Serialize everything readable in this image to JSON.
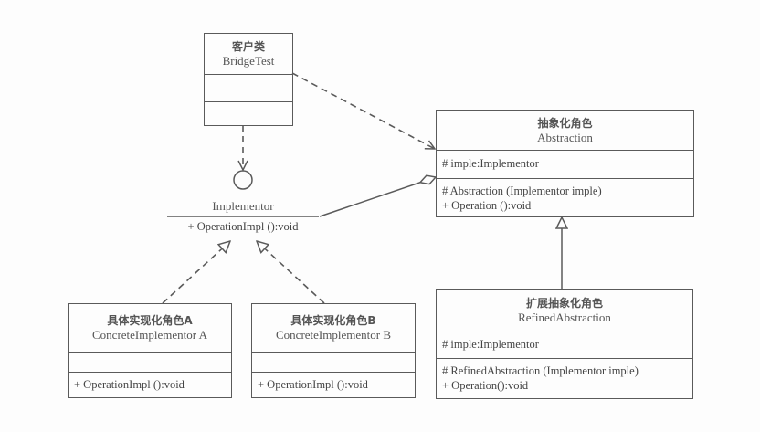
{
  "diagram": {
    "type": "UML class diagram",
    "pattern": "Bridge",
    "classes": {
      "client": {
        "cn_name": "客户类",
        "en_name": "BridgeTest",
        "attributes": [],
        "operations": []
      },
      "abstraction": {
        "cn_name": "抽象化角色",
        "en_name": "Abstraction",
        "attributes": [
          "# imple:Implementor"
        ],
        "operations": [
          "# Abstraction (Implementor imple)",
          "+ Operation ():void"
        ]
      },
      "refined_abstraction": {
        "cn_name": "扩展抽象化角色",
        "en_name": "RefinedAbstraction",
        "attributes": [
          "# imple:Implementor"
        ],
        "operations": [
          "# RefinedAbstraction (Implementor imple)",
          "+ Operation():void"
        ]
      },
      "implementor": {
        "en_name": "Implementor",
        "operations": [
          "+ OperationImpl ():void"
        ]
      },
      "concrete_a": {
        "cn_name": "具体实现化角色A",
        "en_name": "ConcreteImplementor A",
        "attributes": [],
        "operations": [
          "+ OperationImpl ():void"
        ]
      },
      "concrete_b": {
        "cn_name": "具体实现化角色B",
        "en_name": "ConcreteImplementor B",
        "attributes": [],
        "operations": [
          "+ OperationImpl ():void"
        ]
      }
    },
    "relationships": [
      {
        "from": "BridgeTest",
        "to": "Abstraction",
        "kind": "dependency"
      },
      {
        "from": "BridgeTest",
        "to": "Implementor",
        "kind": "dependency"
      },
      {
        "from": "Abstraction",
        "to": "Implementor",
        "kind": "aggregation"
      },
      {
        "from": "RefinedAbstraction",
        "to": "Abstraction",
        "kind": "generalization"
      },
      {
        "from": "ConcreteImplementor A",
        "to": "Implementor",
        "kind": "realization"
      },
      {
        "from": "ConcreteImplementor B",
        "to": "Implementor",
        "kind": "realization"
      }
    ],
    "colors": {
      "line": "#5a5a5a",
      "background": "#fdfdfd",
      "text": "#444444"
    }
  }
}
